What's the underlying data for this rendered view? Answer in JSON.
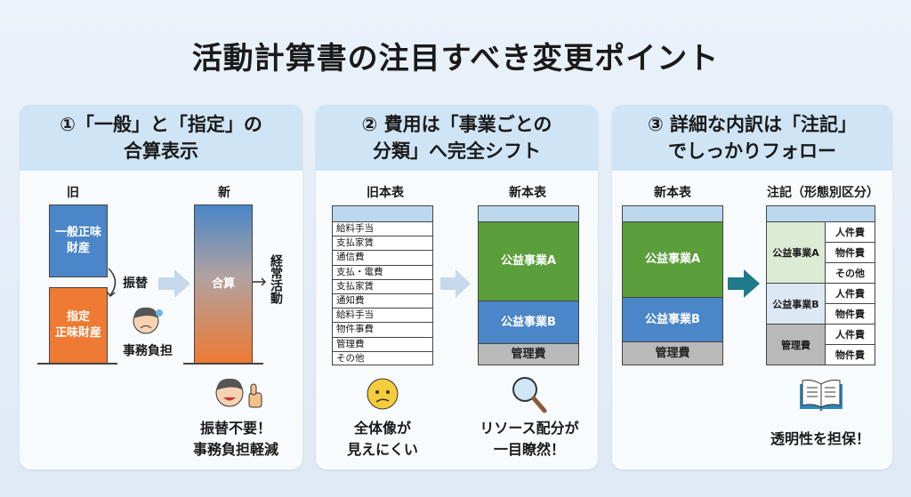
{
  "title": "活動計算書の注目すべき変更ポイント",
  "colors": {
    "blue": "#4a86c8",
    "orange": "#ee7a33",
    "green": "#5b9e3c",
    "gray": "#b9b9b9",
    "header": "#cfe4f4"
  },
  "panel1": {
    "heading": "①「一般」と「指定」の\n合算表示",
    "old_label": "旧",
    "new_label": "新",
    "general": "一般正味\n財産",
    "designated": "指定\n正味財産",
    "transfer": "振替",
    "burden": "事務負担",
    "combined": "合算",
    "ordinary": "経常活動",
    "message": [
      "振替不要！",
      "事務負担軽減"
    ]
  },
  "panel2": {
    "heading": "② 費用は「事業ごとの\n分類」へ完全シフト",
    "old_label": "旧本表",
    "new_label": "新本表",
    "old_rows": [
      "給料手当",
      "支払家賃",
      "通信費",
      "支払・電費",
      "支払家賃",
      "通知費",
      "給料手当",
      "物件事費",
      "管理費",
      "その他"
    ],
    "seg_a": "公益事業A",
    "seg_b": "公益事業B",
    "seg_admin": "管理費",
    "message_old": [
      "全体像が",
      "見えにくい"
    ],
    "message_new": [
      "リソース配分が",
      "一目瞭然！"
    ]
  },
  "panel3": {
    "heading": "③ 詳細な内訳は「注記」\nでしっかりフォロー",
    "new_label": "新本表",
    "note_label": "注記（形態別区分）",
    "seg_a": "公益事業A",
    "seg_b": "公益事業B",
    "seg_admin": "管理費",
    "groups": [
      {
        "name": "公益事業A",
        "items": [
          "人件費",
          "物件費",
          "その他"
        ]
      },
      {
        "name": "公益事業B",
        "items": [
          "人件費",
          "物件費"
        ]
      },
      {
        "name": "管理費",
        "items": [
          "人件費",
          "物件費"
        ]
      }
    ],
    "message": "透明性を担保！"
  }
}
